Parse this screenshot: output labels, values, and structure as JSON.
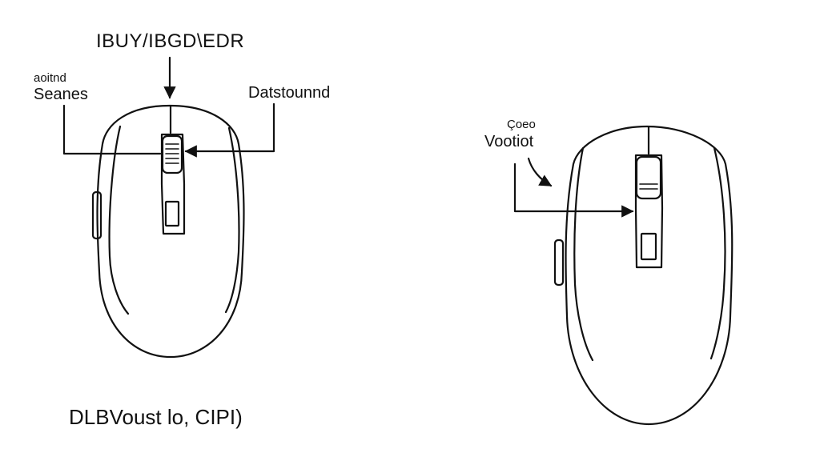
{
  "diagram": {
    "title": "IBUY/IBGD\\EDR",
    "caption": "DLBVoust lo, CIPI)",
    "mouse_left": {
      "label_small": "aoitnd",
      "label_main": "Seanes",
      "label_right": "Datstounnd"
    },
    "mouse_right": {
      "label_small": "Çoeo",
      "label_main": "Vootiot"
    }
  },
  "colors": {
    "line": "#111111",
    "background": "#ffffff"
  }
}
